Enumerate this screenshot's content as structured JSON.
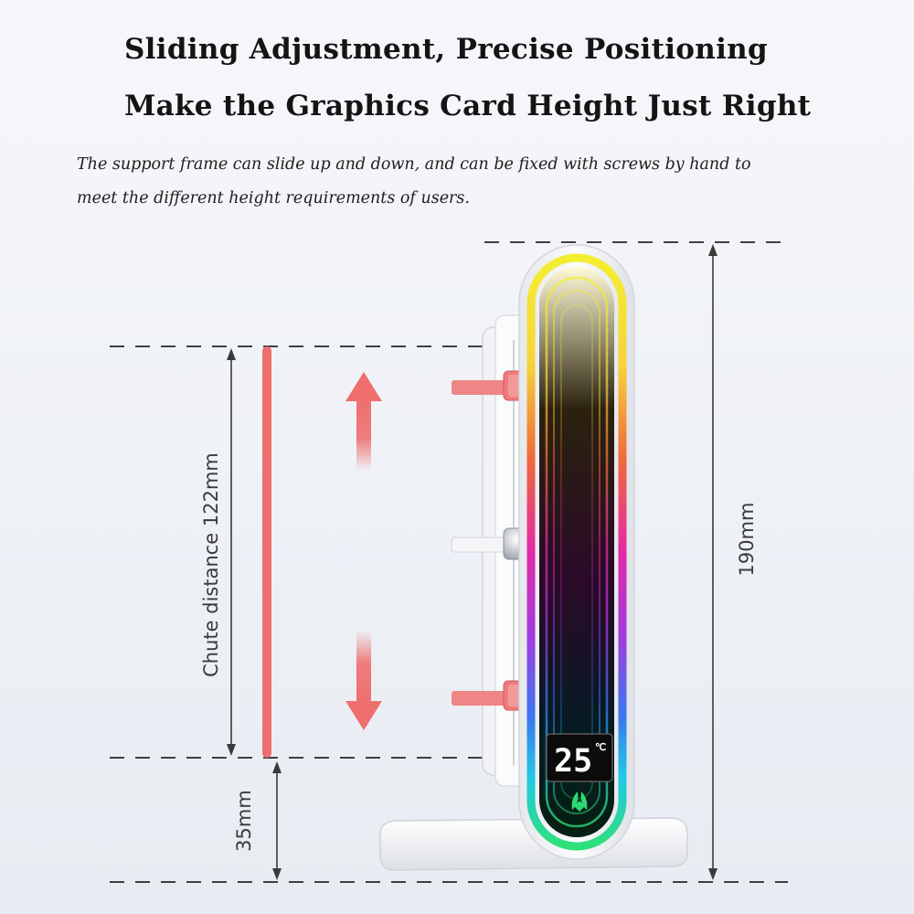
{
  "headline": {
    "line1": "Sliding Adjustment, Precise Positioning",
    "line2": "Make the Graphics Card Height Just Right"
  },
  "description": {
    "line1": "The support frame can slide up and down, and can be fixed with screws by hand to",
    "line2": "meet the different height requirements of users."
  },
  "dimensions": {
    "chute_label": "Chute distance 122mm",
    "total_height_label": "190mm",
    "base_height_label": "35mm"
  },
  "display": {
    "temperature": "25",
    "unit": "℃"
  },
  "colors": {
    "accent_red": "#ef6f6f",
    "dimension_line": "#3a3a3a",
    "rgb_yellow": "#f3ee32",
    "rgb_magenta": "#e22aa6",
    "rgb_cyan": "#22c8e6",
    "rgb_green": "#2fe07a"
  },
  "icons": {
    "arrow_up": "sliding-arrow-up-icon",
    "arrow_down": "sliding-arrow-down-icon",
    "logo": "leaf-logo-icon"
  }
}
